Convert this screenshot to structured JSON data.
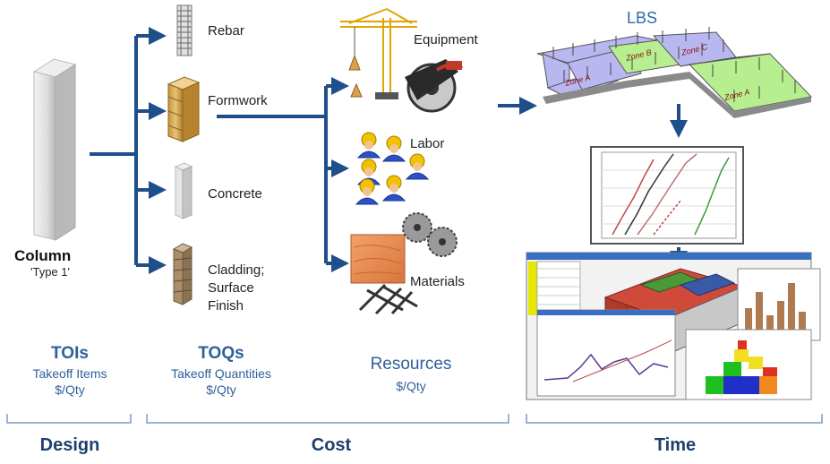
{
  "design": {
    "item_name": "Column",
    "item_type": "'Type 1'"
  },
  "toq_items": [
    {
      "label": "Rebar"
    },
    {
      "label": "Formwork"
    },
    {
      "label": "Concrete"
    },
    {
      "label": "Cladding; Surface Finish"
    }
  ],
  "resources": [
    {
      "label": "Equipment"
    },
    {
      "label": "Labor"
    },
    {
      "label": "Materials"
    }
  ],
  "lbs": {
    "title": "LBS",
    "zones": [
      "Zone A",
      "Zone B",
      "Zone C",
      "Zone A"
    ]
  },
  "summary": {
    "tois": {
      "heading": "TOIs",
      "line1": "Takeoff Items",
      "line2": "$/Qty"
    },
    "toqs": {
      "heading": "TOQs",
      "line1": "Takeoff Quantities",
      "line2": "$/Qty"
    },
    "resources": {
      "heading": "Resources",
      "line1": "$/Qty"
    }
  },
  "phases": {
    "design": "Design",
    "cost": "Cost",
    "time": "Time"
  },
  "colors": {
    "arrow": "#1f4f8a",
    "text_blue": "#2e5f9a",
    "zone_purple": "#b9b7f0",
    "zone_green": "#b7ee8f",
    "labor_yellow": "#f2c200",
    "labor_blue": "#2b50c8"
  },
  "icons": [
    "column-icon",
    "rebar-icon",
    "formwork-icon",
    "concrete-icon",
    "cladding-icon",
    "crane-icon",
    "saw-icon",
    "worker-icon",
    "material-slab-icon",
    "sawblade-icon",
    "scaffold-icon",
    "lbs-plan-icon",
    "flowline-chart-icon",
    "schedule-dashboard-icon"
  ]
}
